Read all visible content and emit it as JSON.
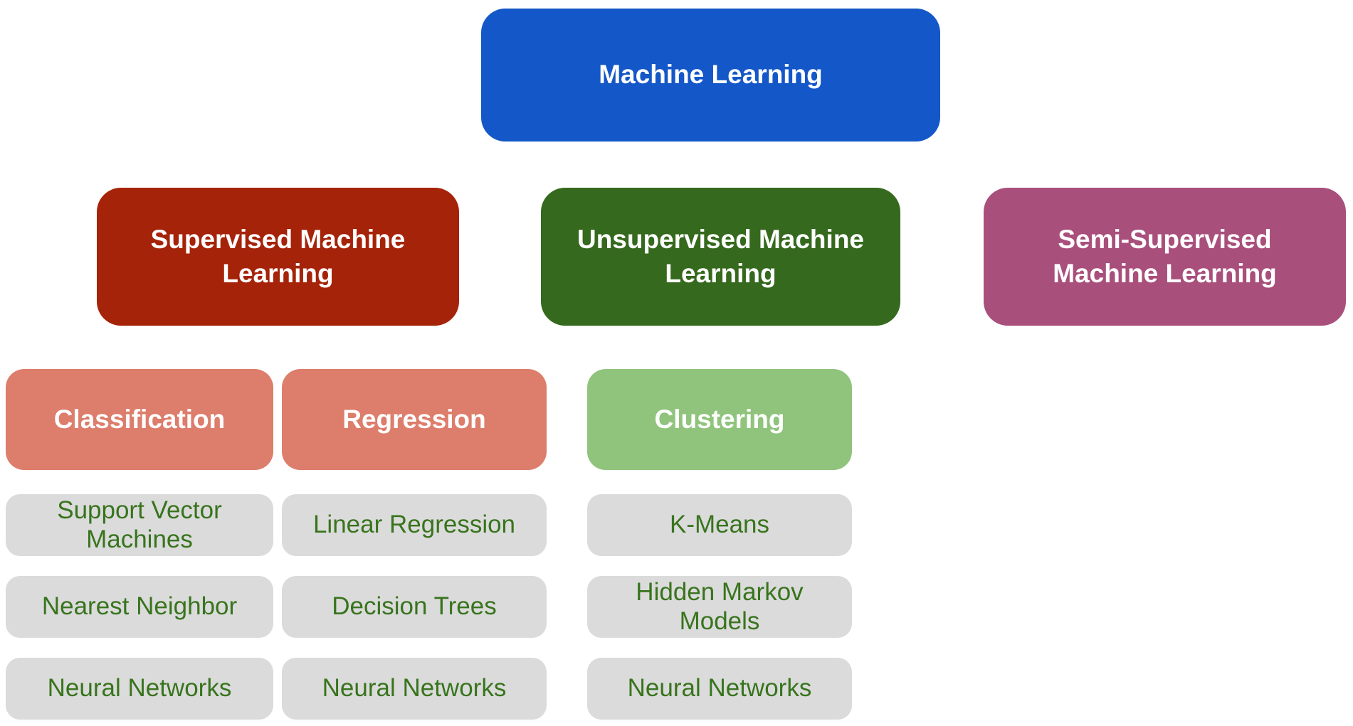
{
  "root": {
    "label": "Machine Learning",
    "bg": "#1457C8",
    "text_color": "#FFFFFF"
  },
  "branches": [
    {
      "label": "Supervised Machine Learning",
      "bg": "#A52309"
    },
    {
      "label": "Unsupervised Machine Learning",
      "bg": "#35691D"
    },
    {
      "label": "Semi-Supervised Machine Learning",
      "bg": "#A94F7C"
    }
  ],
  "subcategories": [
    {
      "label": "Classification",
      "bg": "#DD7D6B"
    },
    {
      "label": "Regression",
      "bg": "#DD7D6B"
    },
    {
      "label": "Clustering",
      "bg": "#90C47D"
    }
  ],
  "leaves": {
    "bg": "#DBDBDB",
    "text_color": "#38741D",
    "classification": [
      "Support Vector Machines",
      "Nearest Neighbor",
      "Neural Networks"
    ],
    "regression": [
      "Linear Regression",
      "Decision Trees",
      "Neural Networks"
    ],
    "clustering": [
      "K-Means",
      "Hidden Markov Models",
      "Neural Networks"
    ]
  }
}
